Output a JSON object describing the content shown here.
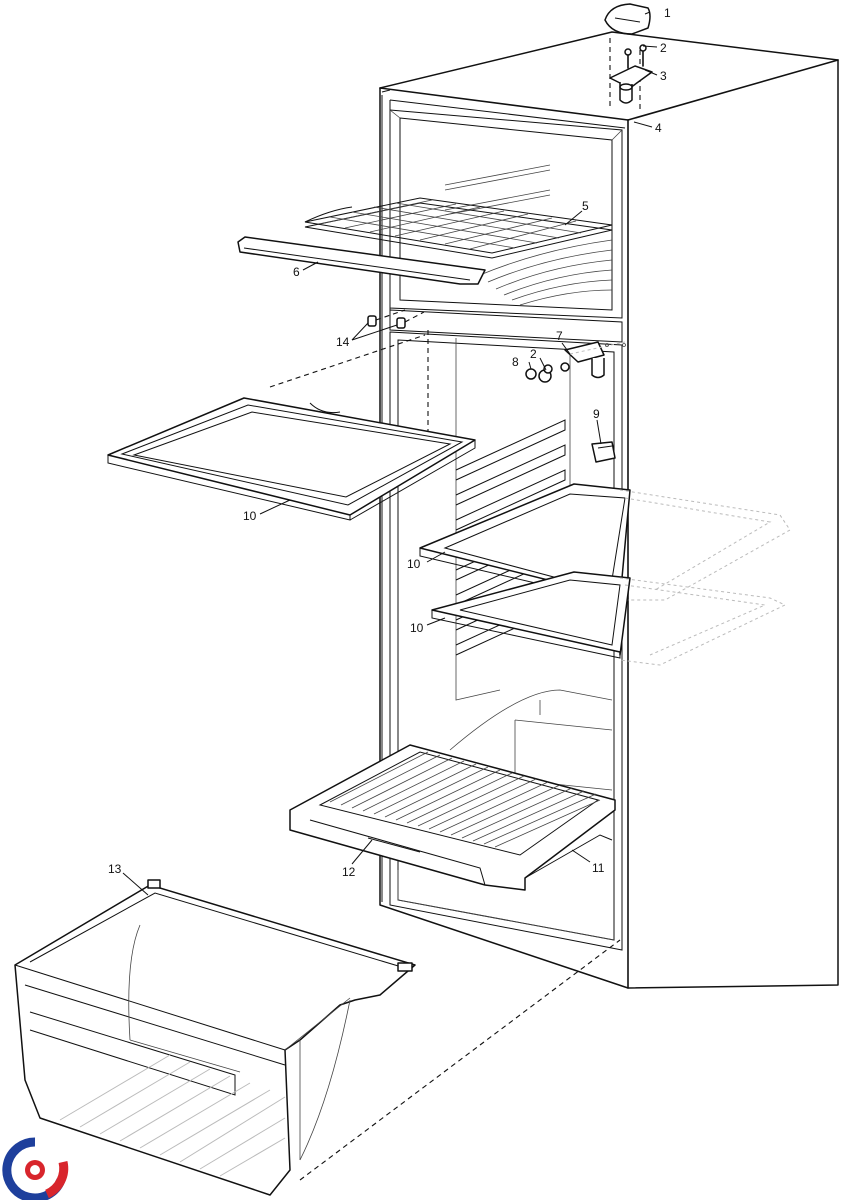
{
  "callouts": [
    {
      "id": "c1",
      "text": "1"
    },
    {
      "id": "c2a",
      "text": "2"
    },
    {
      "id": "c3",
      "text": "3"
    },
    {
      "id": "c4",
      "text": "4"
    },
    {
      "id": "c5",
      "text": "5"
    },
    {
      "id": "c6",
      "text": "6"
    },
    {
      "id": "c7",
      "text": "7"
    },
    {
      "id": "c8",
      "text": "8"
    },
    {
      "id": "c2b",
      "text": "2"
    },
    {
      "id": "c9",
      "text": "9"
    },
    {
      "id": "c14",
      "text": "14"
    },
    {
      "id": "c10a",
      "text": "10"
    },
    {
      "id": "c10b",
      "text": "10"
    },
    {
      "id": "c10c",
      "text": "10"
    },
    {
      "id": "c11",
      "text": "11"
    },
    {
      "id": "c12",
      "text": "12"
    },
    {
      "id": "c13",
      "text": "13"
    }
  ],
  "logo": {
    "icon": "brand-logo-icon",
    "colors": [
      "#1e3f9c",
      "#d8252c"
    ]
  }
}
